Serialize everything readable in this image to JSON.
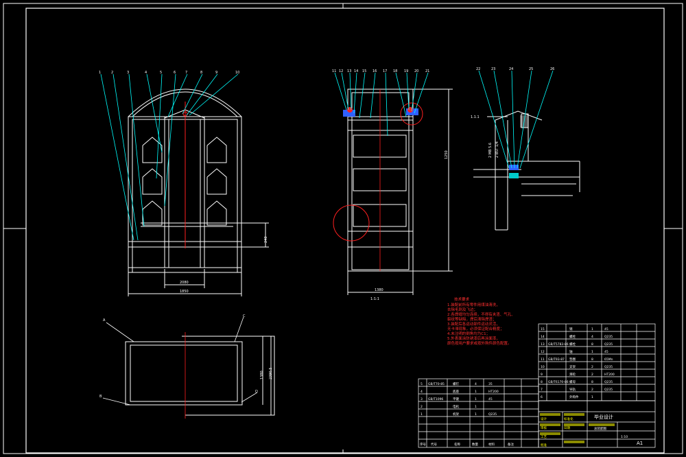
{
  "dims": {
    "front_width": "1850",
    "front_inner_width": "2080",
    "front_side_height": "240",
    "side_width": "1380",
    "side_height": "1250",
    "side_depth_label": "1:1:1",
    "plan_height": "1380",
    "plan_total": "2390.5",
    "detail_a": "1.1.1",
    "detail_b": "2 MB 5.6",
    "detail_c": "2 BST 1/4"
  },
  "labels": {
    "front": [
      "1",
      "2",
      "3",
      "4",
      "5",
      "6",
      "7",
      "8",
      "9",
      "10"
    ],
    "side": [
      "11",
      "12",
      "13",
      "14",
      "15",
      "16",
      "17",
      "18",
      "19",
      "20",
      "21"
    ],
    "detail": [
      "22",
      "23",
      "24",
      "25",
      "26"
    ],
    "plan": [
      "A",
      "B",
      "C",
      "D"
    ]
  },
  "notes": {
    "title": "技术要求",
    "lines": [
      "1.装配前所有零件用煤油清洗，",
      "  去除毛刺及飞边；",
      "2.各焊缝均匀连续，不得有夹渣、气孔、",
      "  裂纹等缺陷，焊后清除焊渣；",
      "3.装配后各运动部件运动灵活，",
      "  无卡滞现象，必须保证配合精度；",
      "4.未注明的倒角均为C1；",
      "5.外表面涂防锈漆后再涂面漆，",
      "  颜色按用户要求或按外购件颜色配置。"
    ]
  },
  "title_block": {
    "drawing_title": "总装配图",
    "project": "毕业设计",
    "scale": "1:10",
    "sheet": "A1",
    "parts_rows": [
      [
        "15",
        "",
        "销",
        "1",
        "45"
      ],
      [
        "14",
        "",
        "螺栓",
        "4",
        "Q235"
      ],
      [
        "13",
        "GB/T5783-86",
        "螺栓",
        "8",
        "Q235"
      ],
      [
        "12",
        "",
        "轴",
        "1",
        "45"
      ],
      [
        "11",
        "GB/T93-87",
        "垫圈",
        "8",
        "65Mn"
      ],
      [
        "10",
        "",
        "支架",
        "2",
        "Q235"
      ],
      [
        "9",
        "",
        "滑轮",
        "2",
        "HT200"
      ],
      [
        "8",
        "GB/T6170-86",
        "螺母",
        "8",
        "Q235"
      ],
      [
        "7",
        "",
        "导轨",
        "2",
        "Q235"
      ],
      [
        "6",
        "",
        "外购件",
        "1",
        ""
      ]
    ],
    "lower_rows": [
      [
        "5",
        "GB/T70-85",
        "螺钉",
        "4",
        "35"
      ],
      [
        "4",
        "",
        "底座",
        "1",
        "HT200"
      ],
      [
        "3",
        "GB/T1096",
        "平键",
        "1",
        "45"
      ],
      [
        "2",
        "",
        "电机",
        "1",
        ""
      ],
      [
        "1",
        "",
        "机架",
        "1",
        "Q235"
      ]
    ],
    "headers": [
      "序号",
      "代号",
      "名称",
      "数量",
      "材料",
      "备注"
    ],
    "sign_labels": [
      "设计",
      "审核",
      "工艺",
      "批准",
      "标准化",
      "日期"
    ]
  }
}
